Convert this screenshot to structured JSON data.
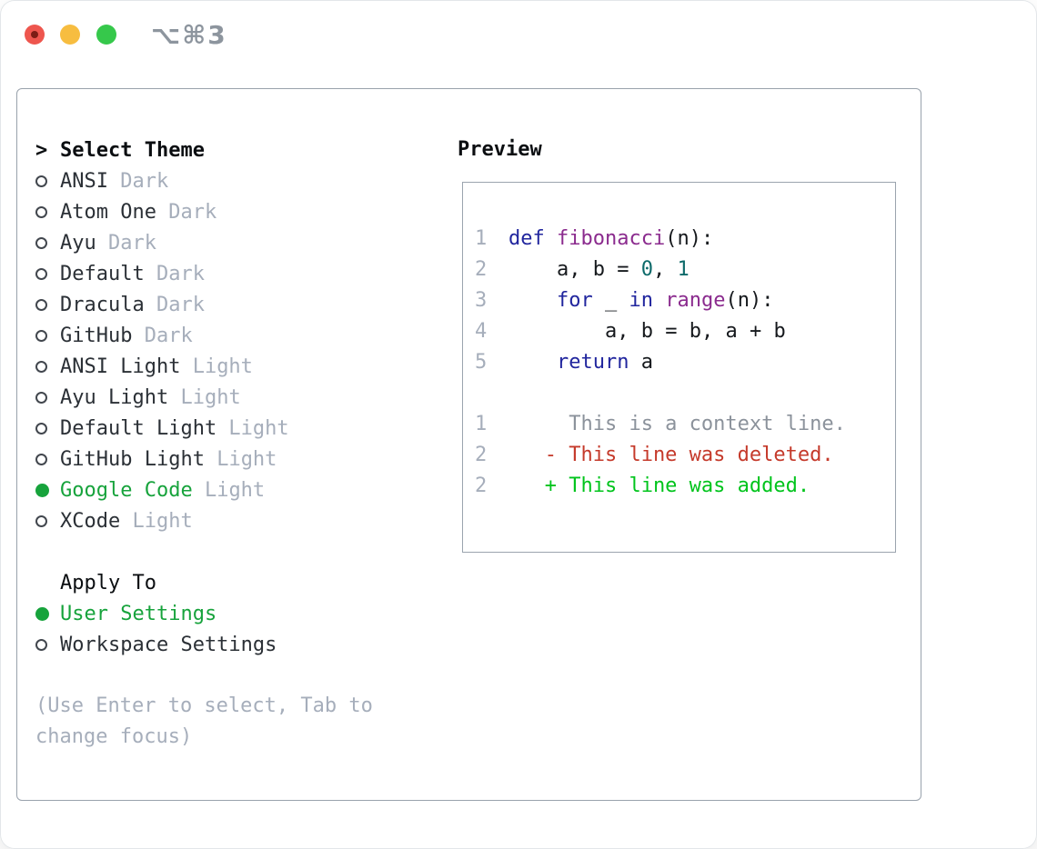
{
  "titlebar": {
    "shortcut": "⌥⌘3"
  },
  "colors": {
    "traffic_red": "#ee564e",
    "traffic_red_dot": "#7c1d15",
    "traffic_yellow": "#f7bd40",
    "traffic_green": "#36c84b",
    "shortcut_text": "#8d959e",
    "panel_border": "#99a2ac",
    "preview_border": "#9ba4ae",
    "header_text": "#0b0e11",
    "primary_text": "#2b3036",
    "dim_text": "#a6aebb",
    "selected_green": "#17a33c",
    "radio_outline": "#42474e",
    "line_number": "#a6aebb",
    "code_plain": "#16191d",
    "keyword": "#21269e",
    "function_name": "#8b2b8e",
    "number_literal": "#0d6a6a",
    "diff_context": "#8b929b",
    "diff_deleted": "#c53a2b",
    "diff_added": "#00c41c"
  },
  "theme_panel": {
    "header": {
      "marker": ">",
      "label": "Select Theme"
    },
    "themes": [
      {
        "name": "ANSI",
        "variant": "Dark",
        "selected": false
      },
      {
        "name": "Atom One",
        "variant": "Dark",
        "selected": false
      },
      {
        "name": "Ayu",
        "variant": "Dark",
        "selected": false
      },
      {
        "name": "Default",
        "variant": "Dark",
        "selected": false
      },
      {
        "name": "Dracula",
        "variant": "Dark",
        "selected": false
      },
      {
        "name": "GitHub",
        "variant": "Dark",
        "selected": false
      },
      {
        "name": "ANSI Light",
        "variant": "Light",
        "selected": false
      },
      {
        "name": "Ayu Light",
        "variant": "Light",
        "selected": false
      },
      {
        "name": "Default Light",
        "variant": "Light",
        "selected": false
      },
      {
        "name": "GitHub Light",
        "variant": "Light",
        "selected": false
      },
      {
        "name": "Google Code",
        "variant": "Light",
        "selected": true
      },
      {
        "name": "XCode",
        "variant": "Light",
        "selected": false
      }
    ],
    "apply_to": {
      "label": "Apply To",
      "options": [
        {
          "name": "User Settings",
          "selected": true
        },
        {
          "name": "Workspace Settings",
          "selected": false
        }
      ]
    },
    "hint_lines": [
      "(Use Enter to select, Tab to",
      "change focus)"
    ]
  },
  "preview": {
    "title": "Preview",
    "lines": [
      {
        "num": "1",
        "segments": [
          {
            "t": "def",
            "c": "kw"
          },
          {
            "t": " ",
            "c": "pl"
          },
          {
            "t": "fibonacci",
            "c": "fn"
          },
          {
            "t": "(n):",
            "c": "pl"
          }
        ]
      },
      {
        "num": "2",
        "segments": [
          {
            "t": "    ",
            "c": "pl"
          },
          {
            "t": "a",
            "c": "var"
          },
          {
            "t": ", ",
            "c": "pl"
          },
          {
            "t": "b",
            "c": "var"
          },
          {
            "t": " = ",
            "c": "pl"
          },
          {
            "t": "0",
            "c": "lit"
          },
          {
            "t": ", ",
            "c": "pl"
          },
          {
            "t": "1",
            "c": "lit"
          }
        ]
      },
      {
        "num": "3",
        "segments": [
          {
            "t": "    ",
            "c": "pl"
          },
          {
            "t": "for",
            "c": "kw"
          },
          {
            "t": " _ ",
            "c": "pl"
          },
          {
            "t": "in",
            "c": "kw"
          },
          {
            "t": " ",
            "c": "pl"
          },
          {
            "t": "range",
            "c": "fn"
          },
          {
            "t": "(n):",
            "c": "pl"
          }
        ]
      },
      {
        "num": "4",
        "segments": [
          {
            "t": "        ",
            "c": "pl"
          },
          {
            "t": "a",
            "c": "var"
          },
          {
            "t": ", ",
            "c": "pl"
          },
          {
            "t": "b",
            "c": "var"
          },
          {
            "t": " = ",
            "c": "pl"
          },
          {
            "t": "b",
            "c": "var"
          },
          {
            "t": ", ",
            "c": "pl"
          },
          {
            "t": "a",
            "c": "var"
          },
          {
            "t": " + ",
            "c": "pl"
          },
          {
            "t": "b",
            "c": "var"
          }
        ]
      },
      {
        "num": "5",
        "segments": [
          {
            "t": "    ",
            "c": "pl"
          },
          {
            "t": "return",
            "c": "kw"
          },
          {
            "t": " ",
            "c": "pl"
          },
          {
            "t": "a",
            "c": "var"
          }
        ]
      },
      {
        "num": "",
        "segments": []
      },
      {
        "num": "1",
        "segments": [
          {
            "t": "     This is a context line.",
            "c": "ctx"
          }
        ]
      },
      {
        "num": "2",
        "segments": [
          {
            "t": "   - This line was deleted.",
            "c": "del"
          }
        ]
      },
      {
        "num": "2",
        "segments": [
          {
            "t": "   + This line was added.",
            "c": "add"
          }
        ]
      }
    ]
  }
}
